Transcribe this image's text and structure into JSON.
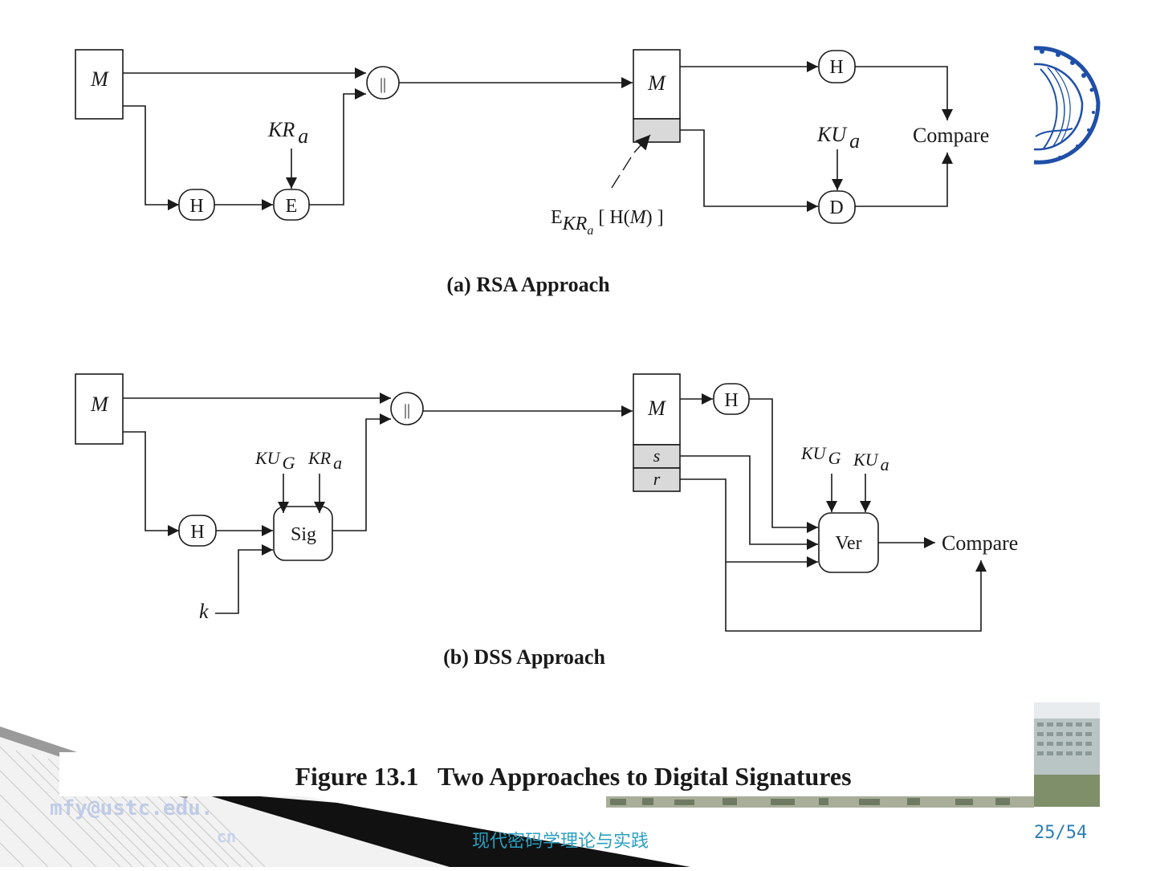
{
  "rsa": {
    "m_label": "M",
    "h_label": "H",
    "e_label": "E",
    "concat_label": "||",
    "kr_base": "KR",
    "kr_sub": "a",
    "recv_m_label": "M",
    "recv_h_label": "H",
    "d_label": "D",
    "ku_base": "KU",
    "ku_sub": "a",
    "compare_label": "Compare",
    "sig_e": "E",
    "sig_kr": "KR",
    "sig_kr_sub": "a",
    "sig_open": " [ H(",
    "sig_m": "M",
    "sig_close": ") ]",
    "caption": "(a) RSA Approach"
  },
  "dss": {
    "m_label": "M",
    "h_label": "H",
    "sig_label": "Sig",
    "concat_label": "||",
    "kug_base": "KU",
    "kug_sub": "G",
    "kra_base": "KR",
    "kra_sub": "a",
    "k_label": "k",
    "recv_m_label": "M",
    "s_label": "s",
    "r_label": "r",
    "recv_h_label": "H",
    "ver_label": "Ver",
    "kug2_base": "KU",
    "kug2_sub": "G",
    "kua_base": "KU",
    "kua_sub": "a",
    "compare_label": "Compare",
    "caption": "(b) DSS Approach"
  },
  "figure_caption": "Figure 13.1   Two Approaches to Digital Signatures",
  "footer": {
    "email": "mfy@ustc.edu.",
    "email_tail": "cn",
    "course": "现代密码学理论与实践",
    "page": "25/54"
  },
  "colors": {
    "line": "#1a1a1a",
    "sig_field": "#d9d9d9",
    "course_text": "#2a9fc0",
    "logo_blue": "#1f4fa8"
  }
}
